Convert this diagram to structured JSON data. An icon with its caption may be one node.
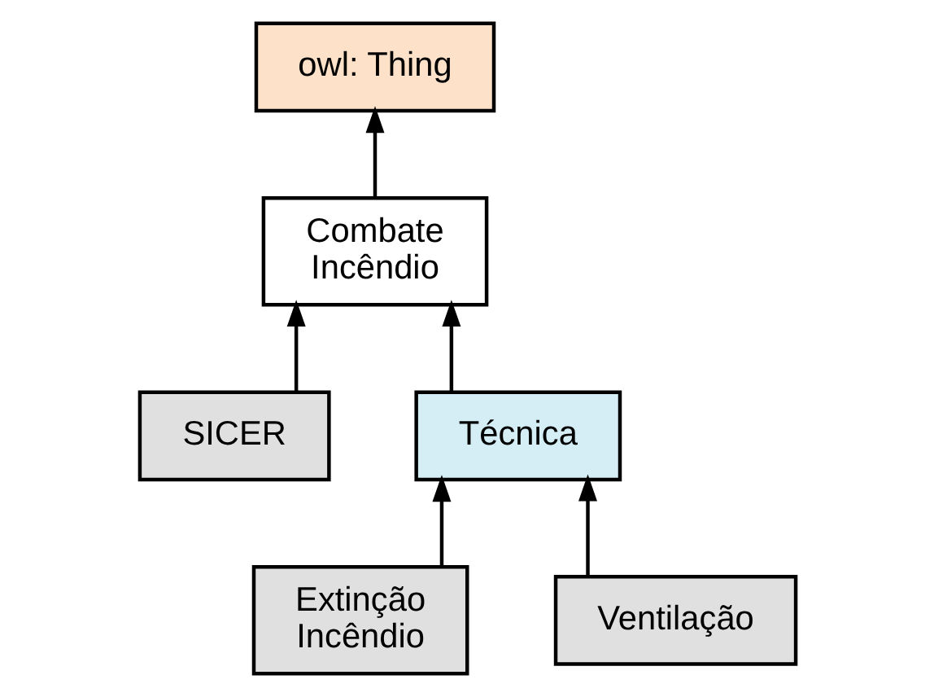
{
  "diagram": {
    "nodes": [
      {
        "text": [
          "owl: Thing"
        ]
      },
      {
        "text": [
          "Combate Incêndio"
        ]
      },
      {
        "text": [
          "SICER"
        ]
      },
      {
        "text": [
          "Técnica"
        ]
      },
      {
        "text": [
          "Extinção Incêndio"
        ]
      },
      {
        "text": [
          "Ventilação"
        ]
      }
    ],
    "edges": [
      {
        "from": 1,
        "to": 0,
        "arrow": "to"
      },
      {
        "from": 2,
        "to": 1,
        "arrow": "to"
      },
      {
        "from": 3,
        "to": 1,
        "arrow": "to"
      },
      {
        "from": 4,
        "to": 3,
        "arrow": "to"
      },
      {
        "from": 5,
        "to": 3,
        "arrow": "to"
      }
    ]
  }
}
